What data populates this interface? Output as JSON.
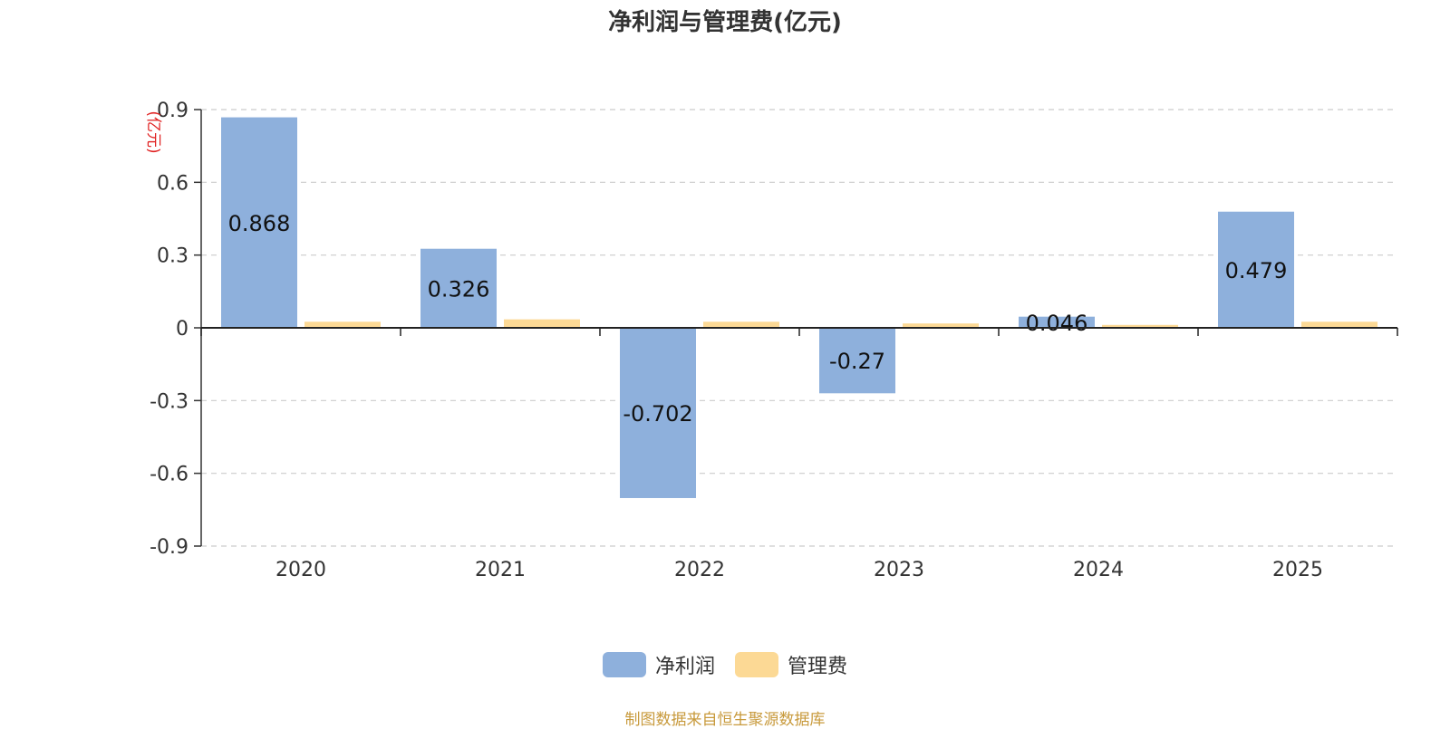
{
  "chart_data": {
    "type": "bar",
    "title": "净利润与管理费(亿元)",
    "ylabel": "(亿元)",
    "categories": [
      "2020",
      "2021",
      "2022",
      "2023",
      "2024",
      "2025"
    ],
    "series": [
      {
        "name": "净利润",
        "color": "#8eb0dc",
        "values": [
          0.868,
          0.326,
          -0.702,
          -0.27,
          0.046,
          0.479
        ],
        "labels": [
          "0.868",
          "0.326",
          "-0.702",
          "-0.27",
          "0.046",
          "0.479"
        ]
      },
      {
        "name": "管理费",
        "color": "#fcd995",
        "values": [
          0.025,
          0.035,
          0.025,
          0.018,
          0.012,
          0.025
        ]
      }
    ],
    "yticks": [
      "0.9",
      "0.6",
      "0.3",
      "0",
      "-0.3",
      "-0.6",
      "-0.9"
    ],
    "ytick_values": [
      0.9,
      0.6,
      0.3,
      0,
      -0.3,
      -0.6,
      -0.9
    ],
    "ylim": [
      -0.9,
      0.9
    ],
    "grid": true,
    "legend_position": "bottom-center"
  },
  "footer": {
    "source": "制图数据来自恒生聚源数据库"
  }
}
